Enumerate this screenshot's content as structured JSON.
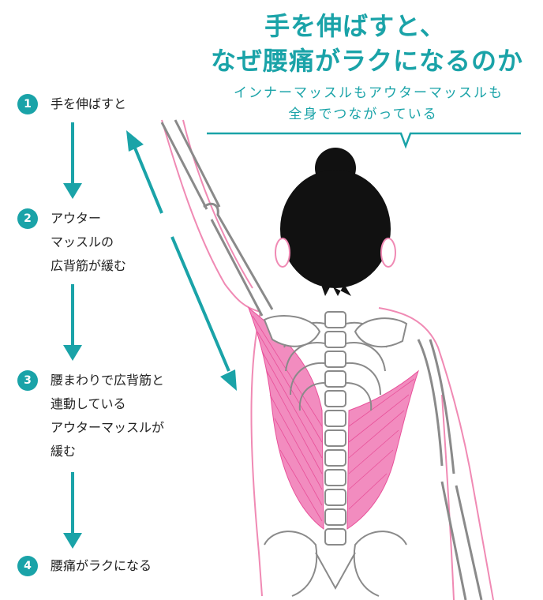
{
  "heading": {
    "line1": "手を伸ばすと、",
    "line2": "なぜ腰痛がラクになるのか",
    "sub_line1": "インナーマッスルもアウターマッスルも",
    "sub_line2": "全身でつながっている"
  },
  "steps": [
    {
      "number": "1",
      "text": "手を伸ばすと"
    },
    {
      "number": "2",
      "text": "アウター\nマッスルの\n広背筋が緩む"
    },
    {
      "number": "3",
      "text": "腰まわりで広背筋と\n連動している\nアウターマッスルが\n緩む"
    },
    {
      "number": "4",
      "text": "腰痛がラクになる"
    }
  ],
  "colors": {
    "accent": "#1aa3a8",
    "muscle": "#e8519a",
    "outline": "#f08ab4",
    "bone": "#8a8a8a",
    "hair": "#111111"
  }
}
